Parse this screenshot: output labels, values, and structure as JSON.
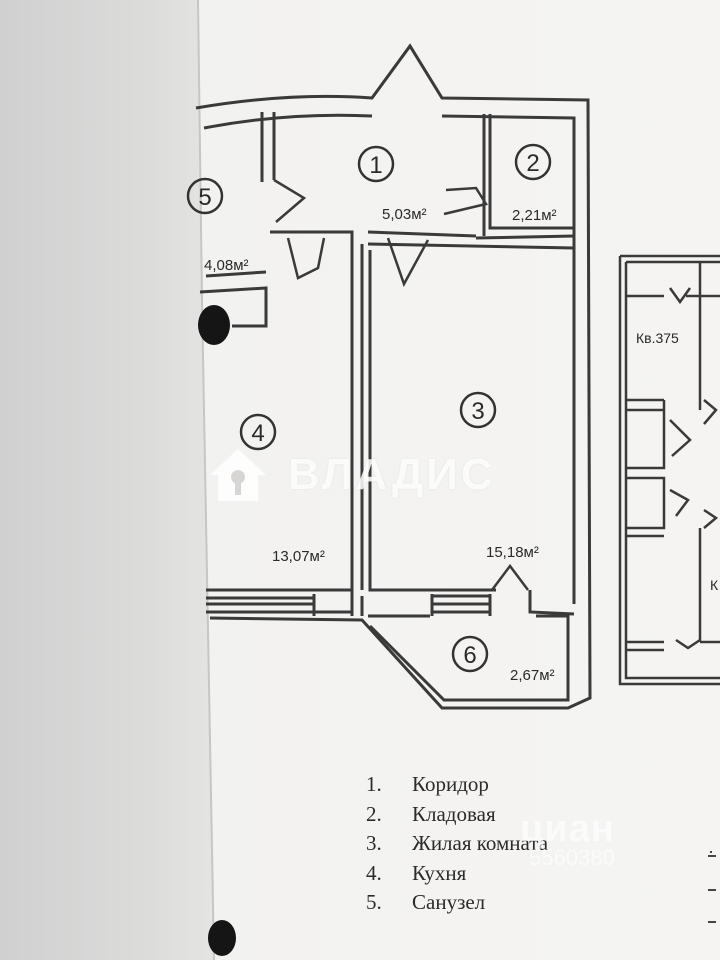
{
  "plan": {
    "rooms": [
      {
        "number": "1",
        "area": "5,03м²"
      },
      {
        "number": "2",
        "area": "2,21м²"
      },
      {
        "number": "3",
        "area": "15,18м²"
      },
      {
        "number": "4",
        "area": "13,07м²"
      },
      {
        "number": "5",
        "area": "4,08м²"
      },
      {
        "number": "6",
        "area": "2,67м²"
      }
    ],
    "neighbor_label": "Кв.375",
    "neighbor_partial_label": "К"
  },
  "legend": {
    "items": [
      {
        "num": "1.",
        "label": "Коридор"
      },
      {
        "num": "2.",
        "label": "Кладовая"
      },
      {
        "num": "3.",
        "label": "Жилая комната"
      },
      {
        "num": "4.",
        "label": "Кухня"
      },
      {
        "num": "5.",
        "label": "Санузел"
      }
    ]
  },
  "watermarks": {
    "brand": "ВЛАДИС",
    "source": "циан",
    "source_id": "5560380"
  },
  "colors": {
    "paper": "#f3f2f0",
    "binder": "#dcdcda",
    "line": "#3a3a3a"
  },
  "icons": [
    "house-key-icon"
  ]
}
